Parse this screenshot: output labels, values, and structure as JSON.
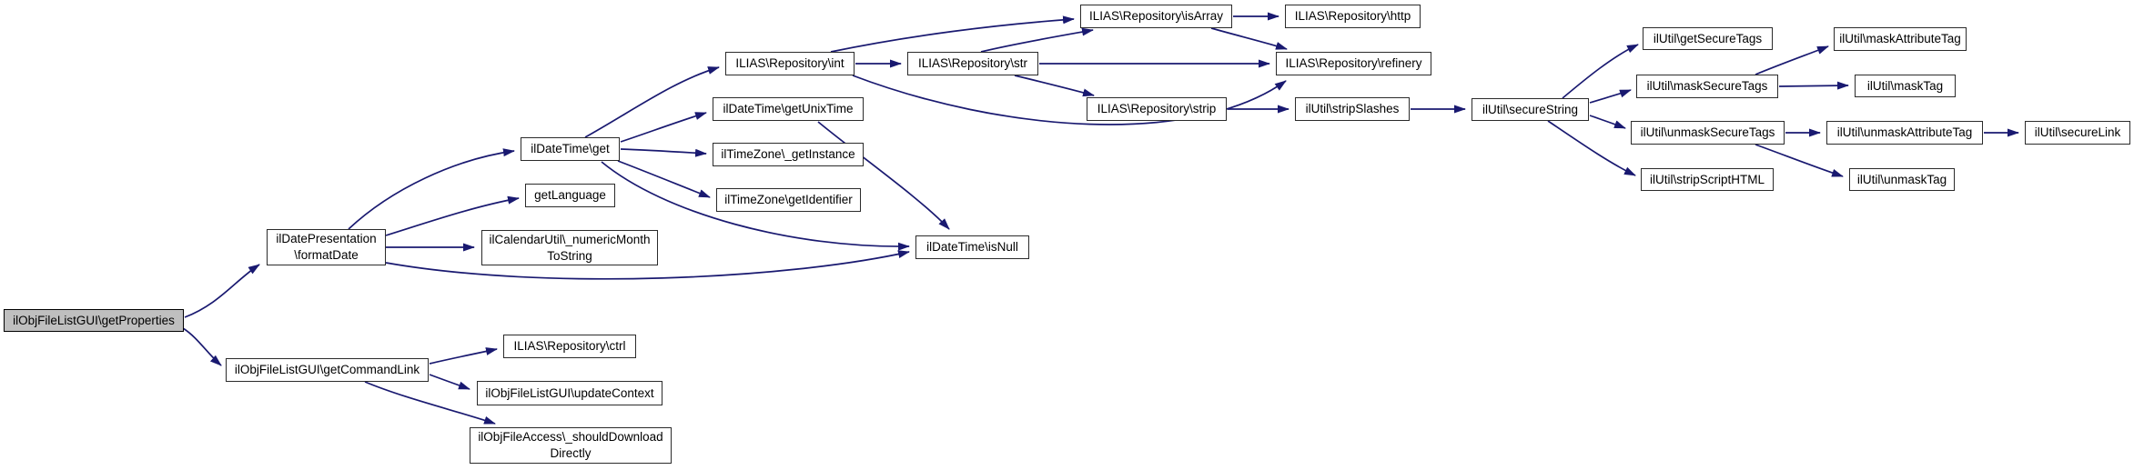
{
  "diagram_type": "doxygen-call-graph",
  "root_function": "ilObjFileListGUI\\getProperties",
  "colors": {
    "background": "#ffffff",
    "edge": "#191970",
    "node_border": "#2b2b2b",
    "node_fill": "#ffffff",
    "highlight_fill": "#bfbfbf"
  },
  "nodes": [
    {
      "id": "get-properties",
      "label": "ilObjFileListGUI\\getProperties",
      "highlighted": true
    },
    {
      "id": "format-date",
      "label": "ilDatePresentation\n\\formatDate",
      "highlighted": false
    },
    {
      "id": "get-command-link",
      "label": "ilObjFileListGUI\\getCommandLink",
      "highlighted": false
    },
    {
      "id": "datetime-get",
      "label": "ilDateTime\\get",
      "highlighted": false
    },
    {
      "id": "get-language",
      "label": "getLanguage",
      "highlighted": false
    },
    {
      "id": "numeric-month-to-string",
      "label": "ilCalendarUtil\\_numericMonth\nToString",
      "highlighted": false
    },
    {
      "id": "repo-int",
      "label": "ILIAS\\Repository\\int",
      "highlighted": false
    },
    {
      "id": "get-unix-time",
      "label": "ilDateTime\\getUnixTime",
      "highlighted": false
    },
    {
      "id": "timezone-get-instance",
      "label": "ilTimeZone\\_getInstance",
      "highlighted": false
    },
    {
      "id": "timezone-get-identifier",
      "label": "ilTimeZone\\getIdentifier",
      "highlighted": false
    },
    {
      "id": "is-null",
      "label": "ilDateTime\\isNull",
      "highlighted": false
    },
    {
      "id": "repo-str",
      "label": "ILIAS\\Repository\\str",
      "highlighted": false
    },
    {
      "id": "repo-is-array",
      "label": "ILIAS\\Repository\\isArray",
      "highlighted": false
    },
    {
      "id": "repo-http",
      "label": "ILIAS\\Repository\\http",
      "highlighted": false
    },
    {
      "id": "repo-refinery",
      "label": "ILIAS\\Repository\\refinery",
      "highlighted": false
    },
    {
      "id": "repo-strip",
      "label": "ILIAS\\Repository\\strip",
      "highlighted": false
    },
    {
      "id": "strip-slashes",
      "label": "ilUtil\\stripSlashes",
      "highlighted": false
    },
    {
      "id": "secure-string",
      "label": "ilUtil\\secureString",
      "highlighted": false
    },
    {
      "id": "get-secure-tags",
      "label": "ilUtil\\getSecureTags",
      "highlighted": false
    },
    {
      "id": "mask-secure-tags",
      "label": "ilUtil\\maskSecureTags",
      "highlighted": false
    },
    {
      "id": "unmask-secure-tags",
      "label": "ilUtil\\unmaskSecureTags",
      "highlighted": false
    },
    {
      "id": "strip-script-html",
      "label": "ilUtil\\stripScriptHTML",
      "highlighted": false
    },
    {
      "id": "mask-attribute-tag",
      "label": "ilUtil\\maskAttributeTag",
      "highlighted": false
    },
    {
      "id": "mask-tag",
      "label": "ilUtil\\maskTag",
      "highlighted": false
    },
    {
      "id": "unmask-attribute-tag",
      "label": "ilUtil\\unmaskAttributeTag",
      "highlighted": false
    },
    {
      "id": "unmask-tag",
      "label": "ilUtil\\unmaskTag",
      "highlighted": false
    },
    {
      "id": "secure-link",
      "label": "ilUtil\\secureLink",
      "highlighted": false
    },
    {
      "id": "repo-ctrl",
      "label": "ILIAS\\Repository\\ctrl",
      "highlighted": false
    },
    {
      "id": "update-context",
      "label": "ilObjFileListGUI\\updateContext",
      "highlighted": false
    },
    {
      "id": "should-download-directly",
      "label": "ilObjFileAccess\\_shouldDownload\nDirectly",
      "highlighted": false
    }
  ],
  "edges": [
    [
      "get-properties",
      "format-date"
    ],
    [
      "get-properties",
      "get-command-link"
    ],
    [
      "format-date",
      "datetime-get"
    ],
    [
      "format-date",
      "get-language"
    ],
    [
      "format-date",
      "numeric-month-to-string"
    ],
    [
      "format-date",
      "is-null"
    ],
    [
      "datetime-get",
      "repo-int"
    ],
    [
      "datetime-get",
      "get-unix-time"
    ],
    [
      "datetime-get",
      "timezone-get-instance"
    ],
    [
      "datetime-get",
      "timezone-get-identifier"
    ],
    [
      "datetime-get",
      "is-null"
    ],
    [
      "get-unix-time",
      "is-null"
    ],
    [
      "repo-int",
      "repo-str"
    ],
    [
      "repo-int",
      "repo-is-array"
    ],
    [
      "repo-int",
      "repo-refinery"
    ],
    [
      "repo-str",
      "repo-is-array"
    ],
    [
      "repo-str",
      "repo-refinery"
    ],
    [
      "repo-str",
      "repo-strip"
    ],
    [
      "repo-is-array",
      "repo-http"
    ],
    [
      "repo-is-array",
      "repo-refinery"
    ],
    [
      "repo-strip",
      "strip-slashes"
    ],
    [
      "strip-slashes",
      "secure-string"
    ],
    [
      "secure-string",
      "get-secure-tags"
    ],
    [
      "secure-string",
      "mask-secure-tags"
    ],
    [
      "secure-string",
      "unmask-secure-tags"
    ],
    [
      "secure-string",
      "strip-script-html"
    ],
    [
      "mask-secure-tags",
      "mask-attribute-tag"
    ],
    [
      "mask-secure-tags",
      "mask-tag"
    ],
    [
      "unmask-secure-tags",
      "unmask-attribute-tag"
    ],
    [
      "unmask-secure-tags",
      "unmask-tag"
    ],
    [
      "unmask-attribute-tag",
      "secure-link"
    ],
    [
      "get-command-link",
      "repo-ctrl"
    ],
    [
      "get-command-link",
      "update-context"
    ],
    [
      "get-command-link",
      "should-download-directly"
    ]
  ]
}
